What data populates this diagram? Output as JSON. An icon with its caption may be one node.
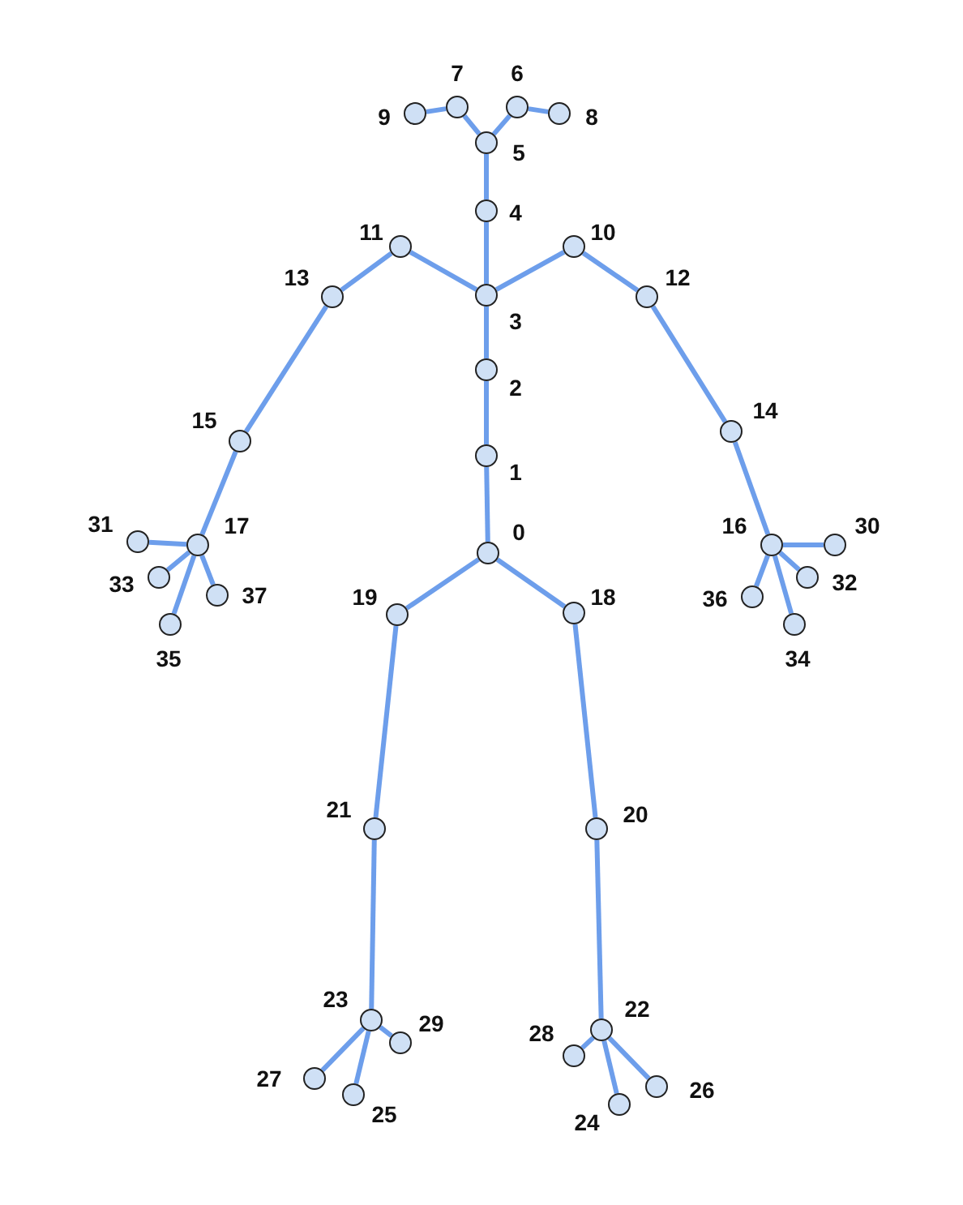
{
  "diagram": {
    "nodes": [
      {
        "text": [],
        "shape": "circle",
        "beside": [
          "0"
        ]
      },
      {
        "text": [],
        "shape": "circle",
        "beside": [
          "1"
        ]
      },
      {
        "text": [],
        "shape": "circle",
        "beside": [
          "2"
        ]
      },
      {
        "text": [],
        "shape": "circle",
        "beside": [
          "3"
        ]
      },
      {
        "text": [],
        "shape": "circle",
        "beside": [
          "4"
        ]
      },
      {
        "text": [],
        "shape": "circle",
        "beside": [
          "5"
        ]
      },
      {
        "text": [],
        "shape": "circle",
        "beside": [
          "6"
        ]
      },
      {
        "text": [],
        "shape": "circle",
        "beside": [
          "7"
        ]
      },
      {
        "text": [],
        "shape": "circle",
        "beside": [
          "8"
        ]
      },
      {
        "text": [],
        "shape": "circle",
        "beside": [
          "9"
        ]
      },
      {
        "text": [],
        "shape": "circle",
        "beside": [
          "10"
        ]
      },
      {
        "text": [],
        "shape": "circle",
        "beside": [
          "11"
        ]
      },
      {
        "text": [],
        "shape": "circle",
        "beside": [
          "12"
        ]
      },
      {
        "text": [],
        "shape": "circle",
        "beside": [
          "13"
        ]
      },
      {
        "text": [],
        "shape": "circle",
        "beside": [
          "14"
        ]
      },
      {
        "text": [],
        "shape": "circle",
        "beside": [
          "15"
        ]
      },
      {
        "text": [],
        "shape": "circle",
        "beside": [
          "16"
        ]
      },
      {
        "text": [],
        "shape": "circle",
        "beside": [
          "17"
        ]
      },
      {
        "text": [],
        "shape": "circle",
        "beside": [
          "18"
        ]
      },
      {
        "text": [],
        "shape": "circle",
        "beside": [
          "19"
        ]
      },
      {
        "text": [],
        "shape": "circle",
        "beside": [
          "20"
        ]
      },
      {
        "text": [],
        "shape": "circle",
        "beside": [
          "21"
        ]
      },
      {
        "text": [],
        "shape": "circle",
        "beside": [
          "22"
        ]
      },
      {
        "text": [],
        "shape": "circle",
        "beside": [
          "23"
        ]
      },
      {
        "text": [],
        "shape": "circle",
        "beside": [
          "24"
        ]
      },
      {
        "text": [],
        "shape": "circle",
        "beside": [
          "25"
        ]
      },
      {
        "text": [],
        "shape": "circle",
        "beside": [
          "26"
        ]
      },
      {
        "text": [],
        "shape": "circle",
        "beside": [
          "27"
        ]
      },
      {
        "text": [],
        "shape": "circle",
        "beside": [
          "28"
        ]
      },
      {
        "text": [],
        "shape": "circle",
        "beside": [
          "29"
        ]
      },
      {
        "text": [],
        "shape": "circle",
        "beside": [
          "30"
        ]
      },
      {
        "text": [],
        "shape": "circle",
        "beside": [
          "31"
        ]
      },
      {
        "text": [],
        "shape": "circle",
        "beside": [
          "32"
        ]
      },
      {
        "text": [],
        "shape": "circle",
        "beside": [
          "33"
        ]
      },
      {
        "text": [],
        "shape": "circle",
        "beside": [
          "34"
        ]
      },
      {
        "text": [],
        "shape": "circle",
        "beside": [
          "35"
        ]
      },
      {
        "text": [],
        "shape": "circle",
        "beside": [
          "36"
        ]
      },
      {
        "text": [],
        "shape": "circle",
        "beside": [
          "37"
        ]
      }
    ],
    "edges": [
      {
        "from": 0,
        "to": 1,
        "arrow": "none"
      },
      {
        "from": 1,
        "to": 2,
        "arrow": "none"
      },
      {
        "from": 2,
        "to": 3,
        "arrow": "none"
      },
      {
        "from": 3,
        "to": 4,
        "arrow": "none"
      },
      {
        "from": 4,
        "to": 5,
        "arrow": "none"
      },
      {
        "from": 5,
        "to": 6,
        "arrow": "none"
      },
      {
        "from": 5,
        "to": 7,
        "arrow": "none"
      },
      {
        "from": 6,
        "to": 8,
        "arrow": "none"
      },
      {
        "from": 7,
        "to": 9,
        "arrow": "none"
      },
      {
        "from": 3,
        "to": 10,
        "arrow": "none"
      },
      {
        "from": 3,
        "to": 11,
        "arrow": "none"
      },
      {
        "from": 10,
        "to": 12,
        "arrow": "none"
      },
      {
        "from": 11,
        "to": 13,
        "arrow": "none"
      },
      {
        "from": 12,
        "to": 14,
        "arrow": "none"
      },
      {
        "from": 13,
        "to": 15,
        "arrow": "none"
      },
      {
        "from": 14,
        "to": 16,
        "arrow": "none"
      },
      {
        "from": 15,
        "to": 17,
        "arrow": "none"
      },
      {
        "from": 16,
        "to": 30,
        "arrow": "none"
      },
      {
        "from": 16,
        "to": 32,
        "arrow": "none"
      },
      {
        "from": 16,
        "to": 34,
        "arrow": "none"
      },
      {
        "from": 16,
        "to": 36,
        "arrow": "none"
      },
      {
        "from": 17,
        "to": 31,
        "arrow": "none"
      },
      {
        "from": 17,
        "to": 33,
        "arrow": "none"
      },
      {
        "from": 17,
        "to": 35,
        "arrow": "none"
      },
      {
        "from": 17,
        "to": 37,
        "arrow": "none"
      },
      {
        "from": 0,
        "to": 18,
        "arrow": "none"
      },
      {
        "from": 0,
        "to": 19,
        "arrow": "none"
      },
      {
        "from": 18,
        "to": 20,
        "arrow": "none"
      },
      {
        "from": 19,
        "to": 21,
        "arrow": "none"
      },
      {
        "from": 20,
        "to": 22,
        "arrow": "none"
      },
      {
        "from": 21,
        "to": 23,
        "arrow": "none"
      },
      {
        "from": 22,
        "to": 24,
        "arrow": "none"
      },
      {
        "from": 22,
        "to": 26,
        "arrow": "none"
      },
      {
        "from": 22,
        "to": 28,
        "arrow": "none"
      },
      {
        "from": 23,
        "to": 25,
        "arrow": "none"
      },
      {
        "from": 23,
        "to": 27,
        "arrow": "none"
      },
      {
        "from": 23,
        "to": 29,
        "arrow": "none"
      }
    ]
  }
}
